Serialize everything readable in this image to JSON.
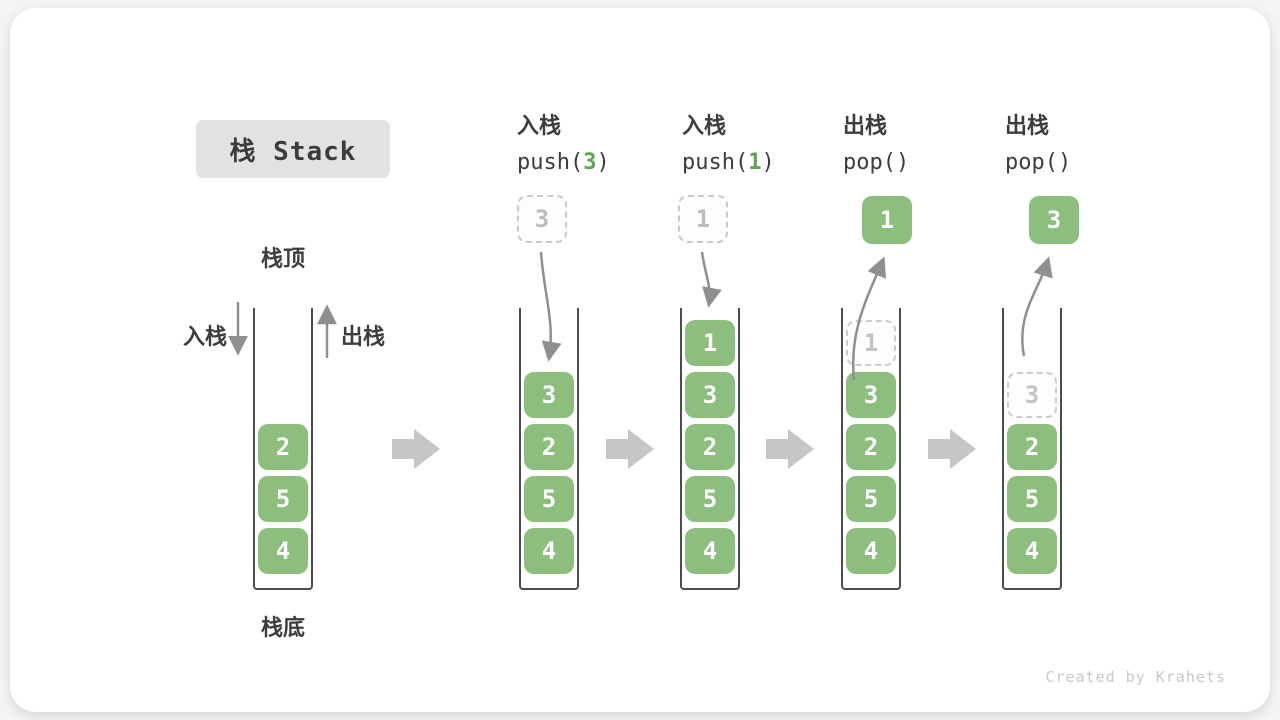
{
  "title": "栈 Stack",
  "side_labels": {
    "stack_top": "栈顶",
    "stack_bottom": "栈底",
    "push_label": "入栈",
    "pop_label": "出栈"
  },
  "watermark": "Created by Krahets",
  "colors": {
    "element_green": "#8cbe7d",
    "code_arg_green": "#5fa352",
    "flow_arrow_gray": "#8f8f8f",
    "block_arrow_gray": "#c6c6c6",
    "dashed_border_gray": "#c9c9c9",
    "dashed_text_gray": "#bdbdbd",
    "text_dark": "#3d3d3d",
    "title_bg": "#e2e2e2",
    "wall_dark": "#4c4c4c"
  },
  "steps": [
    {
      "elements": [
        "2",
        "5",
        "4"
      ]
    },
    {
      "op": {
        "name": "入栈",
        "fn": "push(",
        "arg": "3",
        "close": ")"
      },
      "incoming": "3",
      "elements": [
        "3",
        "2",
        "5",
        "4"
      ]
    },
    {
      "op": {
        "name": "入栈",
        "fn": "push(",
        "arg": "1",
        "close": ")"
      },
      "incoming": "1",
      "elements": [
        "1",
        "3",
        "2",
        "5",
        "4"
      ]
    },
    {
      "op": {
        "name": "出栈",
        "fn": "pop()"
      },
      "popped": "1",
      "ghost": "1",
      "elements": [
        "3",
        "2",
        "5",
        "4"
      ]
    },
    {
      "op": {
        "name": "出栈",
        "fn": "pop()"
      },
      "popped": "3",
      "ghost": "3",
      "elements": [
        "2",
        "5",
        "4"
      ]
    }
  ]
}
